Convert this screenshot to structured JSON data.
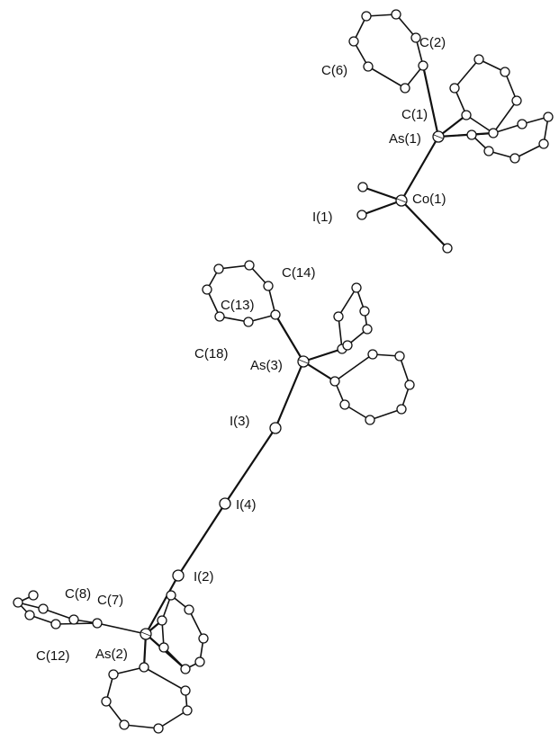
{
  "labels": {
    "c2": "C(2)",
    "c6": "C(6)",
    "c1": "C(1)",
    "as1": "As(1)",
    "co1": "Co(1)",
    "i1": "I(1)",
    "c14": "C(14)",
    "c13": "C(13)",
    "c18": "C(18)",
    "as3": "As(3)",
    "i3": "I(3)",
    "i4": "I(4)",
    "i2": "I(2)",
    "c8": "C(8)",
    "c7": "C(7)",
    "c12": "C(12)",
    "as2": "As(2)"
  }
}
